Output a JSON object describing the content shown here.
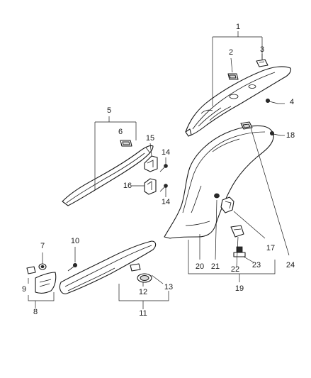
{
  "diagram": {
    "callouts": [
      {
        "id": "c1",
        "text": "1"
      },
      {
        "id": "c2",
        "text": "2"
      },
      {
        "id": "c3",
        "text": "3"
      },
      {
        "id": "c4",
        "text": "4"
      },
      {
        "id": "c5",
        "text": "5"
      },
      {
        "id": "c6",
        "text": "6"
      },
      {
        "id": "c7",
        "text": "7"
      },
      {
        "id": "c8",
        "text": "8"
      },
      {
        "id": "c9",
        "text": "9"
      },
      {
        "id": "c10",
        "text": "10"
      },
      {
        "id": "c11",
        "text": "11"
      },
      {
        "id": "c12",
        "text": "12"
      },
      {
        "id": "c13",
        "text": "13"
      },
      {
        "id": "c14a",
        "text": "14"
      },
      {
        "id": "c14b",
        "text": "14"
      },
      {
        "id": "c15",
        "text": "15"
      },
      {
        "id": "c16",
        "text": "16"
      },
      {
        "id": "c17",
        "text": "17"
      },
      {
        "id": "c18",
        "text": "18"
      },
      {
        "id": "c19",
        "text": "19"
      },
      {
        "id": "c20",
        "text": "20"
      },
      {
        "id": "c21",
        "text": "21"
      },
      {
        "id": "c22",
        "text": "22"
      },
      {
        "id": "c23",
        "text": "23"
      },
      {
        "id": "c24",
        "text": "24"
      }
    ]
  }
}
